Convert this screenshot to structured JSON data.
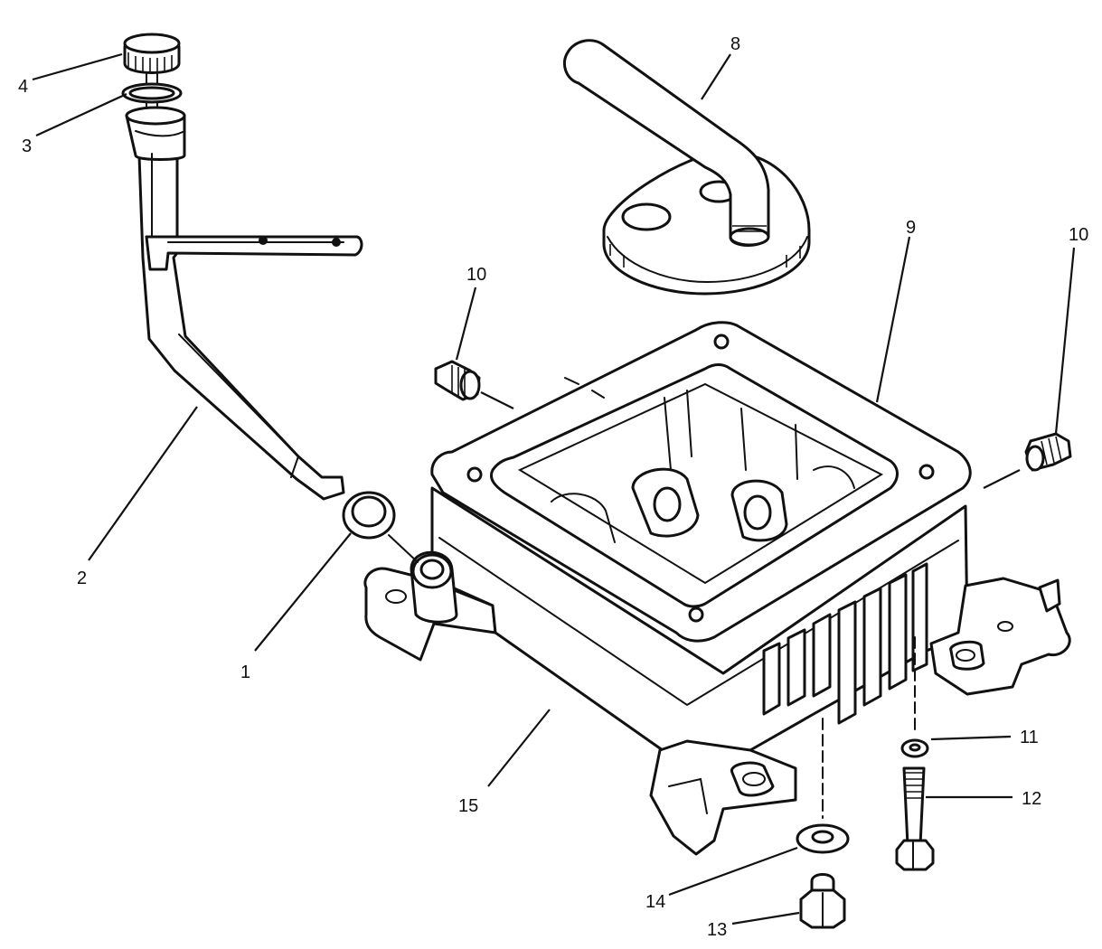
{
  "callouts": {
    "c1": "1",
    "c2": "2",
    "c3": "3",
    "c4": "4",
    "c8": "8",
    "c9": "9",
    "c10a": "10",
    "c10b": "10",
    "c11": "11",
    "c12": "12",
    "c13": "13",
    "c14": "14",
    "c15": "15"
  },
  "colors": {
    "ink": "#111111",
    "paper": "#ffffff"
  }
}
